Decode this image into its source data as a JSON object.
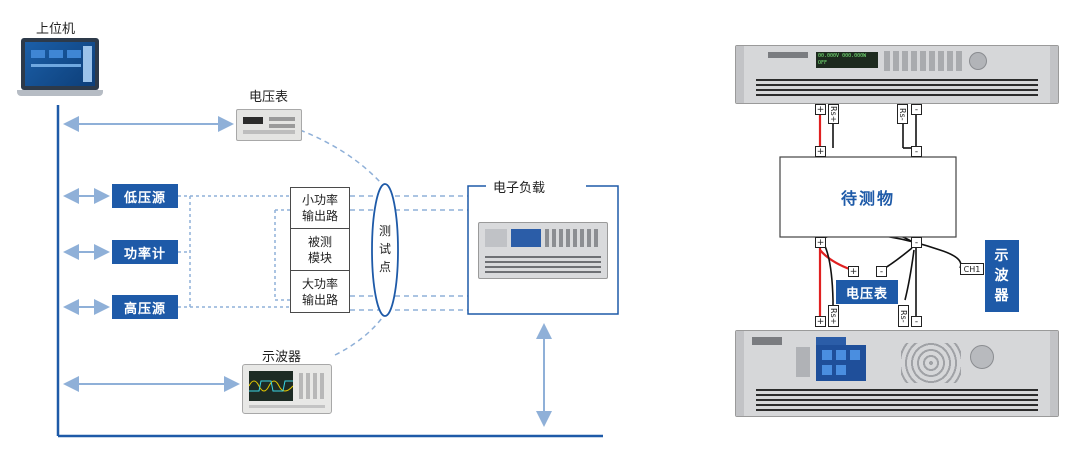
{
  "left": {
    "host_label": "上位机",
    "voltmeter_label": "电压表",
    "oscilloscope_label": "示波器",
    "sources": [
      "低压源",
      "功率计",
      "高压源"
    ],
    "dut": {
      "small_power": "小功率\n输出路",
      "module": "被测\n模块",
      "large_power": "大功率\n输出路"
    },
    "test_point": "测\n试\n点",
    "eload_label": "电子负载"
  },
  "right": {
    "dut_label": "待测物",
    "voltmeter_label": "电压表",
    "scope_label": "示\n波\n器",
    "ch1": "CH1",
    "plus": "+",
    "minus": "-",
    "rs_plus": "Rs+",
    "rs_minus": "Rs-",
    "psu_display": "00.000V 000.000W OFF"
  },
  "colors": {
    "accent_blue": "#1e5aa8",
    "dashed_blue": "#8fb0d8",
    "wire_red": "#e02020",
    "wire_black": "#111111"
  }
}
